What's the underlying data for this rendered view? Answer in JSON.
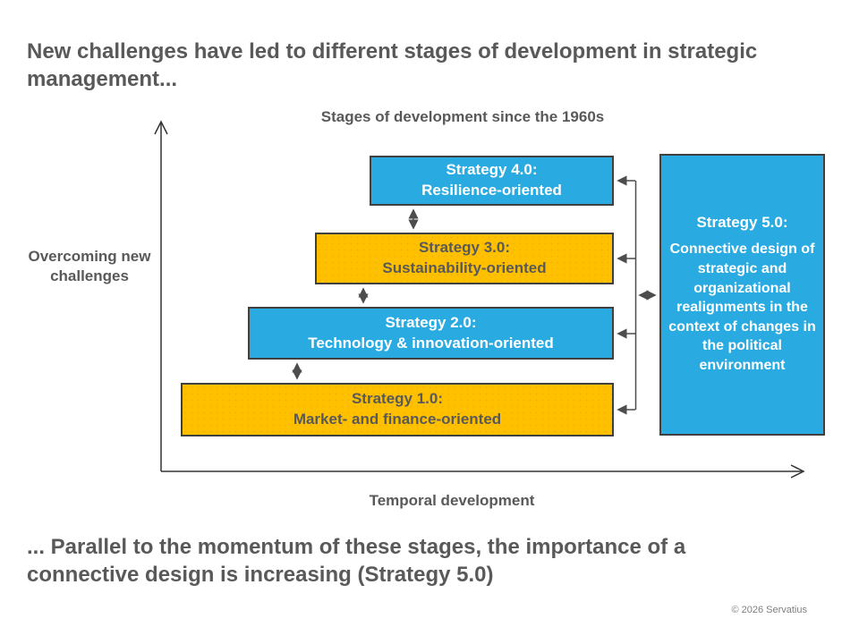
{
  "slide": {
    "title": "New challenges have led to different stages of development in strategic management...",
    "conclusion": "... Parallel to the momentum of these stages, the importance of a connective design is increasing (Strategy 5.0)",
    "footer": "© 2026 Servatius"
  },
  "chart": {
    "title": "Stages of development since the 1960s",
    "y_axis_label": "Overcoming new challenges",
    "x_axis_label": "Temporal development",
    "stages": [
      {
        "label": "Strategy 4.0:",
        "description": "Resilience-oriented",
        "color": "#29ABE2"
      },
      {
        "label": "Strategy 3.0:",
        "description": "Sustainability-oriented",
        "color": "#FFC000"
      },
      {
        "label": "Strategy 2.0:",
        "description": "Technology & innovation-oriented",
        "color": "#29ABE2"
      },
      {
        "label": "Strategy 1.0:",
        "description": "Market- and finance-oriented",
        "color": "#FFC000"
      }
    ],
    "strategy5": {
      "label": "Strategy 5.0:",
      "description": "Connective design of strategic and organizational realignments in the context of changes in the political environment",
      "color": "#29ABE2"
    }
  },
  "colors": {
    "blue": "#29ABE2",
    "yellow": "#FFC000",
    "box_border": "#404040",
    "text_gray": "#595959",
    "connector_line": "#4D4D4D",
    "axis_line": "#333333"
  }
}
